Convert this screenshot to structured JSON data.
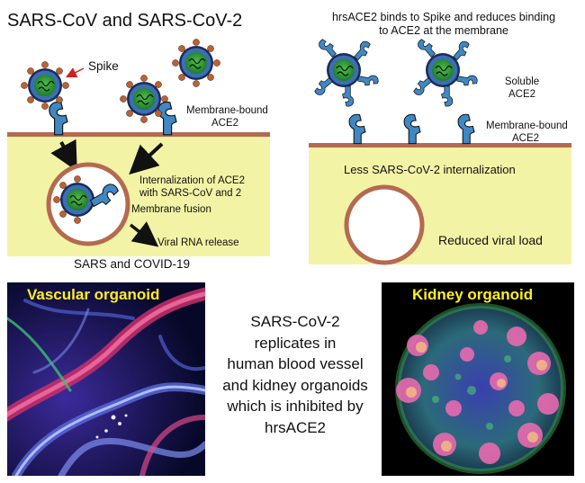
{
  "left_panel": {
    "title": "SARS-CoV and SARS-CoV-2",
    "spike_label": "Spike",
    "membrane_label_line1": "Membrane-bound",
    "membrane_label_line2": "ACE2",
    "internalization_line1": "Internalization of ACE2",
    "internalization_line2": "with SARS-CoV and 2",
    "fusion_label": "Membrane fusion",
    "rna_label": "Viral RNA release",
    "caption": "SARS and COVID-19"
  },
  "right_panel": {
    "title_line1": "hrsACE2 binds to Spike and reduces binding",
    "title_line2": "to ACE2 at the membrane",
    "soluble_line1": "Soluble",
    "soluble_line2": "ACE2",
    "membrane_label_line1": "Membrane-bound",
    "membrane_label_line2": "ACE2",
    "less_label": "Less SARS-CoV-2 internalization",
    "reduced_label": "Reduced viral load"
  },
  "bottom": {
    "vascular_label": "Vascular organoid",
    "kidney_label": "Kidney organoid",
    "summary_lines": [
      "SARS-CoV-2",
      "replicates in",
      "human blood vessel",
      "and kidney organoids",
      "which is inhibited by",
      "hrsACE2"
    ]
  },
  "colors": {
    "cytoplasm": "#f3f3a6",
    "membrane": "#b46a4f",
    "ace2_blue": "#3f88c4",
    "virus_core": "#2f9a3a",
    "arrow_red": "#cc2222"
  }
}
